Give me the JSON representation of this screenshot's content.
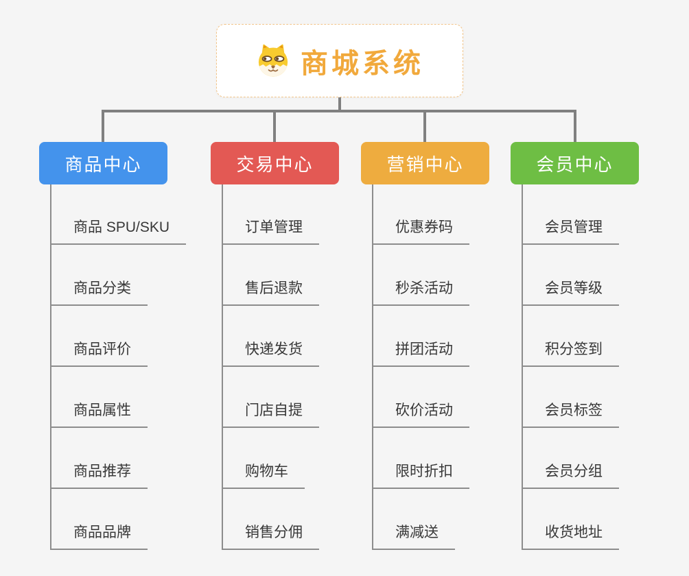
{
  "root": {
    "title": "商城系统",
    "icon": "shiba-dog-face-icon",
    "accent_color": "#F1A93C",
    "border_color": "#F2C488"
  },
  "colors": {
    "background": "#F5F5F5",
    "connector": "#808080",
    "child_line": "#8C8C8C",
    "child_text": "#383838"
  },
  "branches": [
    {
      "label": "商品中心",
      "color": "#4493EC",
      "children": [
        "商品 SPU/SKU",
        "商品分类",
        "商品评价",
        "商品属性",
        "商品推荐",
        "商品品牌"
      ]
    },
    {
      "label": "交易中心",
      "color": "#E35954",
      "children": [
        "订单管理",
        "售后退款",
        "快递发货",
        "门店自提",
        "购物车",
        "销售分佣"
      ]
    },
    {
      "label": "营销中心",
      "color": "#EEAC3F",
      "children": [
        "优惠券码",
        "秒杀活动",
        "拼团活动",
        "砍价活动",
        "限时折扣",
        "满减送"
      ]
    },
    {
      "label": "会员中心",
      "color": "#6EBE44",
      "children": [
        "会员管理",
        "会员等级",
        "积分签到",
        "会员标签",
        "会员分组",
        "收货地址"
      ]
    }
  ]
}
